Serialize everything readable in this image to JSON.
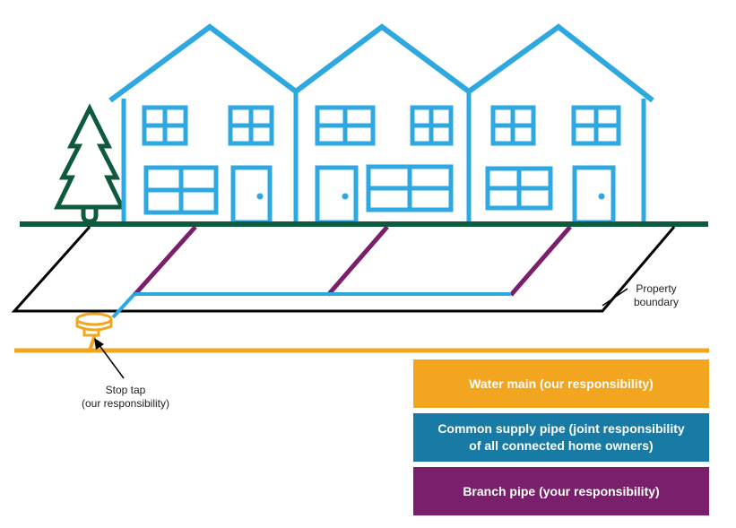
{
  "labels": {
    "property_boundary_line1": "Property",
    "property_boundary_line2": "boundary",
    "stop_tap_line1": "Stop tap",
    "stop_tap_line2": "(our responsibility)"
  },
  "legend": {
    "water_main": "Water main (our responsibility)",
    "common_supply_line1": "Common supply pipe (joint responsibility",
    "common_supply_line2": "of all connected home owners)",
    "branch_pipe": "Branch pipe (your responsibility)"
  },
  "colors": {
    "house_blue": "#2da8e0",
    "ground_green": "#0e5a3c",
    "tree_green": "#0e5a3c",
    "water_main": "#f2a51f",
    "common_supply": "#177ba6",
    "branch_pipe": "#7a1f6b",
    "boundary": "#000000"
  },
  "icons": [
    "tree-icon",
    "stop-tap-icon",
    "house-icon"
  ]
}
